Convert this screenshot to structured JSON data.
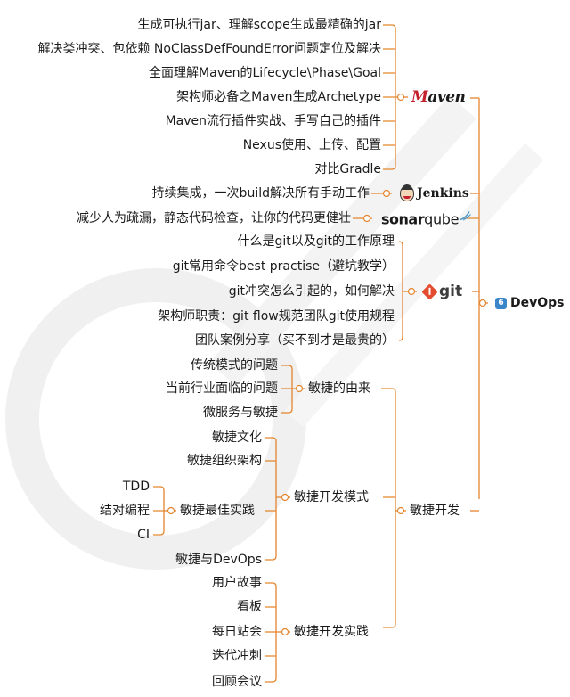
{
  "root": {
    "badge": "6",
    "label": "DevOps"
  },
  "colors": {
    "connector": "#e4862f",
    "node_text": "#1a1a1a",
    "maven_accent": "#c5202d",
    "git_orange": "#e44c30",
    "badge_blue": "#3a86c8"
  },
  "maven": {
    "logo_m": "M",
    "logo_rest": "aven",
    "items": [
      "生成可执行jar、理解scope生成最精确的jar",
      "解决类冲突、包依赖  NoClassDefFoundError问题定位及解决",
      "全面理解Maven的Lifecycle\\Phase\\Goal",
      "架构师必备之Maven生成Archetype",
      "Maven流行插件实战、手写自己的插件",
      "Nexus使用、上传、配置",
      "对比Gradle"
    ]
  },
  "jenkins": {
    "logo": "Jenkins",
    "items": [
      "持续集成，一次build解决所有手动工作"
    ]
  },
  "sonar": {
    "logo_bold": "sonar",
    "logo_light": "qube",
    "items": [
      "减少人为疏漏，静态代码检查，让你的代码更健壮"
    ]
  },
  "git": {
    "logo": "git",
    "items": [
      "什么是git以及git的工作原理",
      "git常用命令best practise（避坑教学）",
      "git冲突怎么引起的，如何解决",
      "架构师职责：git flow规范团队git使用规程",
      "团队案例分享（买不到才是最贵的）"
    ]
  },
  "agile": {
    "label": "敏捷开发",
    "origin": {
      "label": "敏捷的由来",
      "items": [
        "传统模式的问题",
        "当前行业面临的问题",
        "微服务与敏捷"
      ]
    },
    "mode": {
      "label": "敏捷开发模式",
      "items": [
        "敏捷文化",
        "敏捷组织架构",
        "敏捷最佳实践",
        "敏捷与DevOps"
      ],
      "best_practice_items": [
        "TDD",
        "结对编程",
        "CI"
      ]
    },
    "practice": {
      "label": "敏捷开发实践",
      "items": [
        "用户故事",
        "看板",
        "每日站会",
        "迭代冲刺",
        "回顾会议"
      ]
    }
  }
}
